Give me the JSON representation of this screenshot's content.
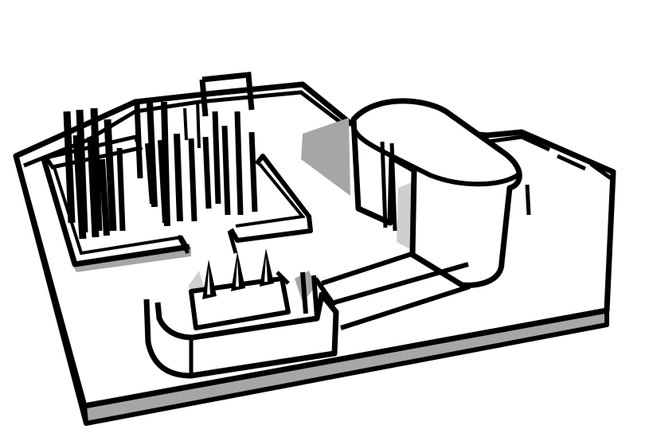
{
  "palette": {
    "background": "#ffffff",
    "ink": "#000000",
    "shadow": "#a6a6a6",
    "light_shadow": "#cfcfcf"
  },
  "diagram": {
    "style": "black-and-white isometric line sketch",
    "elements": [
      "site-platform",
      "pillar-hall",
      "curved-pavilion",
      "entrance-block",
      "walkway-bridge",
      "cone-sculptures"
    ]
  }
}
